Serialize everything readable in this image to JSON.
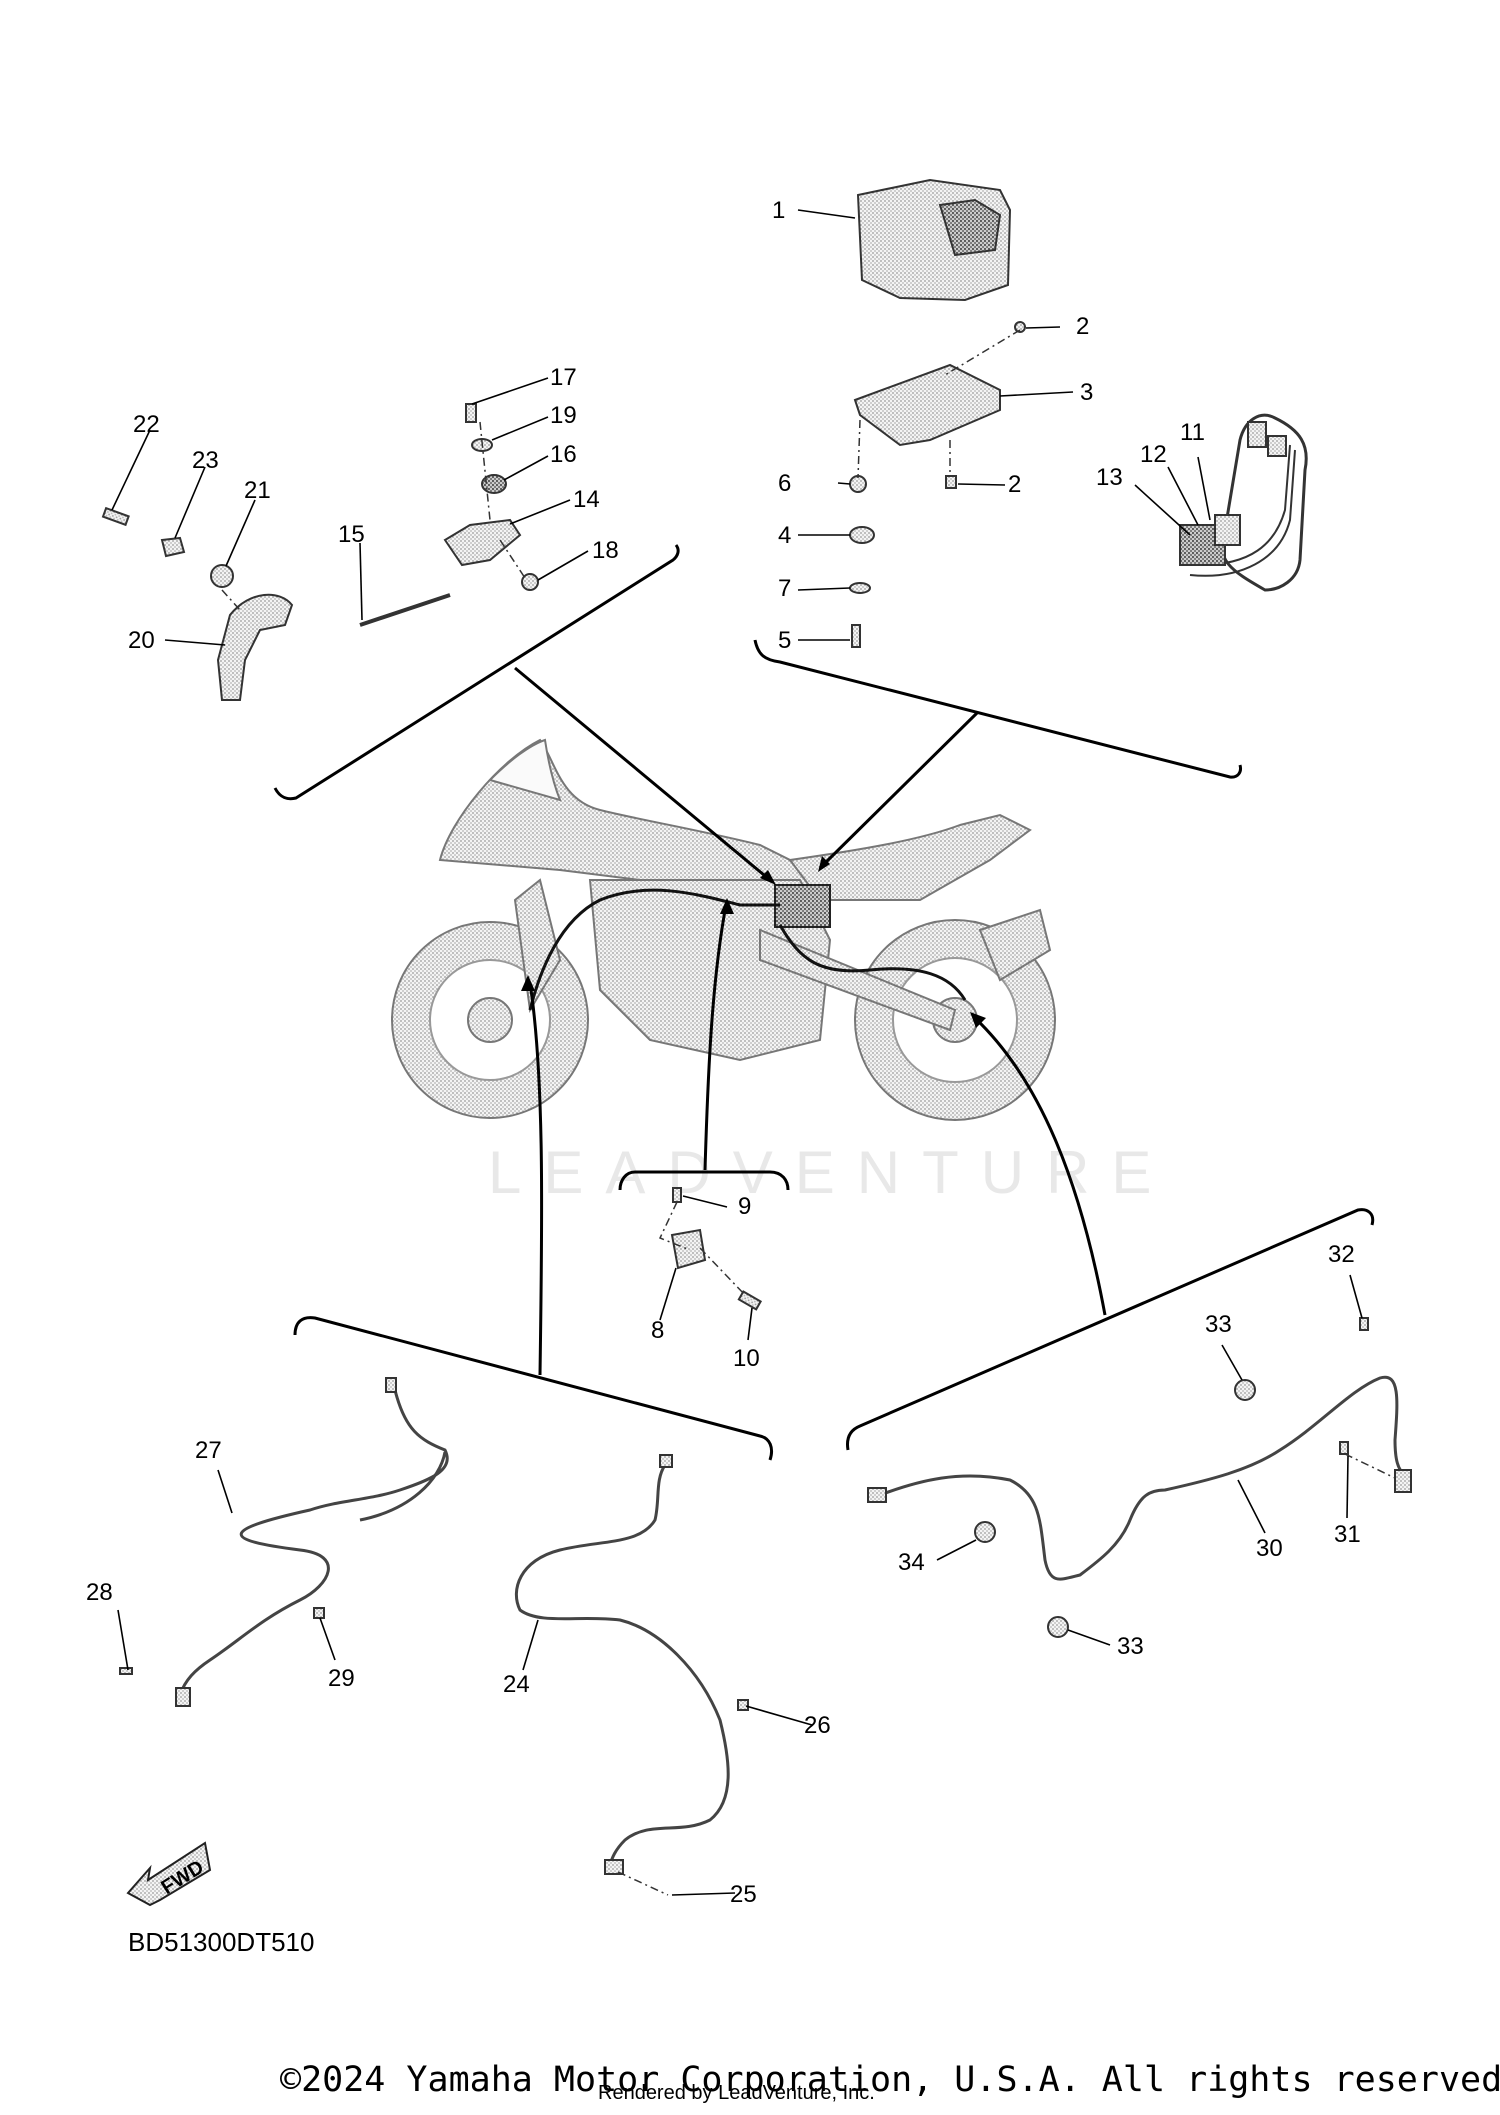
{
  "figure_code": "BD51300DT510",
  "copyright": "©2024 Yamaha Motor Corporation, U.S.A. All rights reserved.",
  "rendered_by": "Rendered by LeadVenture, Inc.",
  "watermark": "LEADVENTURE",
  "fwd_label": "FWD",
  "callouts": {
    "c1": "1",
    "c2a": "2",
    "c2b": "2",
    "c3": "3",
    "c4": "4",
    "c5": "5",
    "c6": "6",
    "c7": "7",
    "c8": "8",
    "c9": "9",
    "c10": "10",
    "c11": "11",
    "c12": "12",
    "c13": "13",
    "c14": "14",
    "c15": "15",
    "c16": "16",
    "c17": "17",
    "c18": "18",
    "c19": "19",
    "c20": "20",
    "c21": "21",
    "c22": "22",
    "c23": "23",
    "c24": "24",
    "c25": "25",
    "c26": "26",
    "c27": "27",
    "c28": "28",
    "c29": "29",
    "c30": "30",
    "c31": "31",
    "c32": "32",
    "c33a": "33",
    "c33b": "33",
    "c34": "34"
  }
}
